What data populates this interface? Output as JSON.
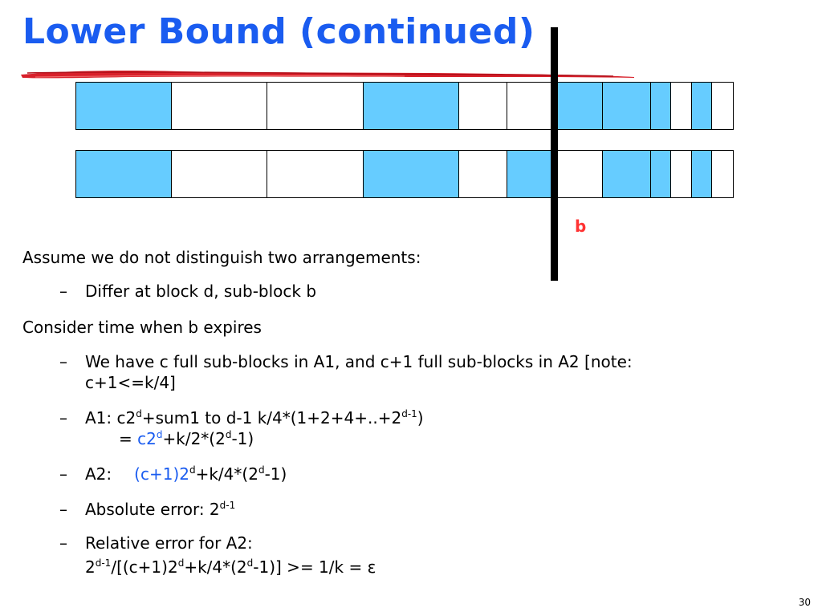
{
  "slide": {
    "title": "Lower Bound (continued)",
    "page_number": "30"
  },
  "diagram": {
    "fill_color": "#66ccff",
    "divider_label": "b",
    "row1_filled": [
      true,
      false,
      false,
      true,
      false,
      false,
      true,
      true,
      true,
      false,
      true,
      false
    ],
    "row2_filled": [
      true,
      false,
      false,
      true,
      false,
      true,
      false,
      true,
      true,
      false,
      true,
      false
    ]
  },
  "bullets": {
    "b1": "Assume we do not distinguish two arrangements:",
    "b1_sub": "Differ at block d, sub-block b",
    "b2": "Consider time when b expires",
    "dash": "–",
    "s1_line1": "We have c full sub-blocks in A1, and c+1 full sub-blocks in A2 [note:",
    "s1_line2": "c+1<=k/4]",
    "s2_a": "A1: c2",
    "s2_sup1": "d",
    "s2_b": "+sum1 to d-1 k/4*(1+2+4+..+2",
    "s2_sup2": "d-1",
    "s2_c": ")",
    "s2_line2_eq": "= ",
    "s2_line2_blue": "c2",
    "s2_line2_sup1": "d",
    "s2_line2_b": "+k/2*(2",
    "s2_line2_sup2": "d",
    "s2_line2_c": "-1)",
    "s3_a": "A2:",
    "s3_blue": "(c+1)2",
    "s3_sup1": "d",
    "s3_b": "+k/4*(2",
    "s3_sup2": "d",
    "s3_c": "-1)",
    "s4_a": "Absolute error: 2",
    "s4_sup": "d-1",
    "s5_line1": "Relative error for A2:",
    "s5_a": "2",
    "s5_sup1": "d-1",
    "s5_b": "/[(c+1)2",
    "s5_sup2": "d",
    "s5_c": "+k/4*(2",
    "s5_sup3": "d",
    "s5_d": "-1)] >= 1/k = ε"
  }
}
